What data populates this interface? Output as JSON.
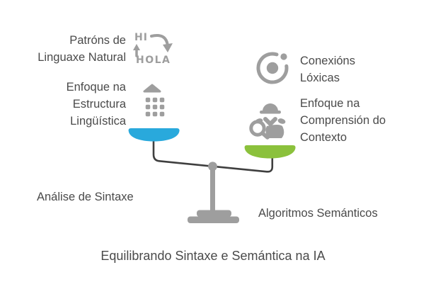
{
  "colors": {
    "background": "#ffffff",
    "text": "#4a4a4a",
    "icon-gray": "#9e9e9e",
    "pan-blue": "#29a9dc",
    "pan-green": "#8bc13c",
    "beam": "#3f3f3f",
    "stand": "#9e9e9e"
  },
  "labels": {
    "natural_language_patterns": {
      "lines": [
        "Patróns de",
        "Linguaxe Natural"
      ]
    },
    "linguistic_structure_focus": {
      "lines": [
        "Enfoque na",
        "Estructura",
        "Lingüística"
      ]
    },
    "logical_connections": {
      "lines": [
        "Conexións",
        "Lóxicas"
      ]
    },
    "context_comprehension_focus": {
      "lines": [
        "Enfoque na",
        "Comprensión do",
        "Contexto"
      ]
    },
    "syntax_analysis": "Análise de Sintaxe",
    "semantic_algorithms": "Algoritmos Semánticos",
    "caption": "Equilibrando Sintaxe e Semántica na IA"
  },
  "icons": {
    "translation": {
      "word_top": "HI",
      "word_bottom": "HOLA"
    },
    "structure_grid": "dots-grid-icon",
    "orbit": "orbit-connections-icon",
    "detective": "context-detective-icon"
  }
}
